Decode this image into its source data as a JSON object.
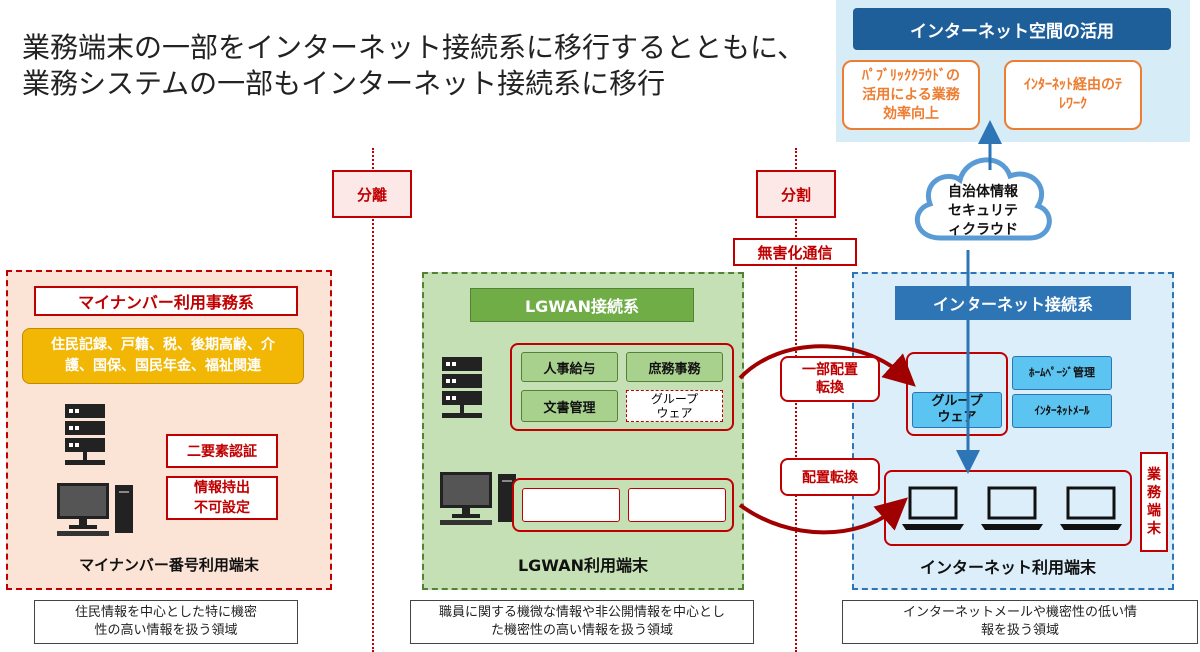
{
  "title": "業務端末の一部をインターネット接続系に移行するとともに、業務システムの一部もインターネット接続系に移行",
  "tags": {
    "separation": "分離",
    "split": "分割",
    "harmless": "無害化通信"
  },
  "mynumber": {
    "header": "マイナンバー利用事務系",
    "services": "住民記録、戸籍、税、後期高齢、介護、国保、国民年金、福祉関連",
    "auth": "二要素認証",
    "no_export": "情報持出不可設定",
    "terminal": "マイナンバー番号利用端末",
    "desc": "住民情報を中心とした特に機密性の高い情報を扱う領域"
  },
  "lgwan": {
    "header": "LGWAN接続系",
    "items": [
      "人事給与",
      "庶務事務",
      "文書管理",
      "グループウェア"
    ],
    "terminal": "LGWAN利用端末",
    "desc": "職員に関する機微な情報や非公開情報を中心とした機密性の高い情報を扱う領域"
  },
  "transfer": {
    "partial": "一部配置転換",
    "full": "配置転換"
  },
  "internet": {
    "header": "インターネット接続系",
    "groupware": "グループウェア",
    "homepage": "ﾎｰﾑﾍﾟｰｼﾞ管理",
    "mail": "ｲﾝﾀｰﾈｯﾄﾒｰﾙ",
    "terminal": "インターネット利用端末",
    "business_terminal": "業務端末",
    "desc": "インターネットメールや機密性の低い情報を扱う領域"
  },
  "cloud": {
    "label": "自治体情報セキュリティクラウド"
  },
  "space": {
    "header": "インターネット空間の活用",
    "public_cloud": "ﾊﾟﾌﾞﾘｯｸｸﾗｳﾄﾞの活用による業務効率向上",
    "telework": "ｲﾝﾀｰﾈｯﾄ経由のﾃﾚﾜｰｸ"
  }
}
